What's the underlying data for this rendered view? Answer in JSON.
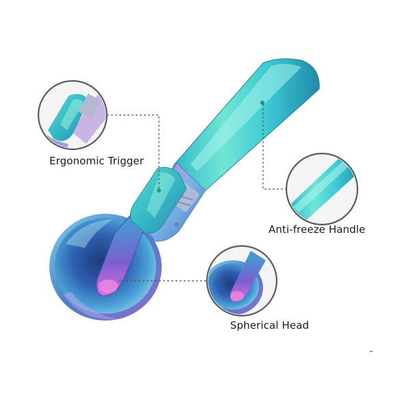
{
  "callouts": {
    "trigger": "Ergonomic Trigger",
    "handle": "Anti-freeze Handle",
    "head": "Spherical Head"
  },
  "object": "ice-cream-scoop",
  "colors": {
    "teal": "#3fd7c8",
    "cyan": "#47b9e6",
    "blue": "#3a6fd0",
    "purple": "#9b5bd8",
    "magenta": "#d25fd6",
    "connector": "#555555"
  }
}
